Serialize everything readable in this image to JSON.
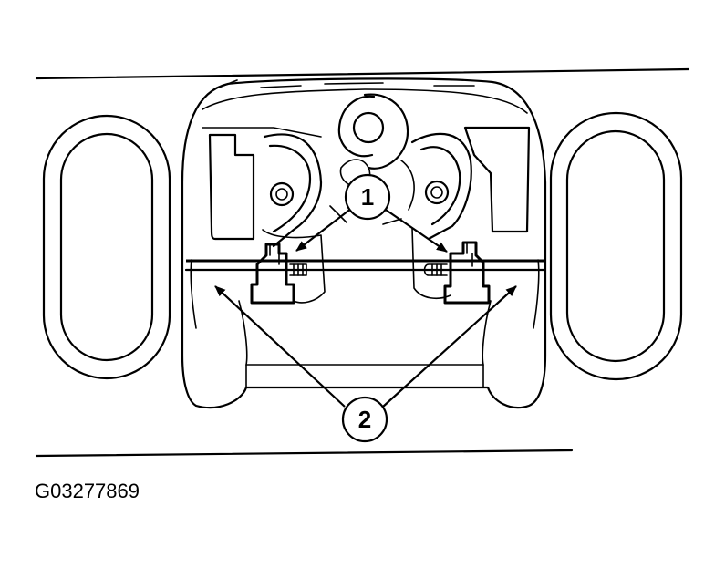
{
  "callouts": [
    {
      "label": "1"
    },
    {
      "label": "2"
    }
  ],
  "figure_id": "G03277869"
}
